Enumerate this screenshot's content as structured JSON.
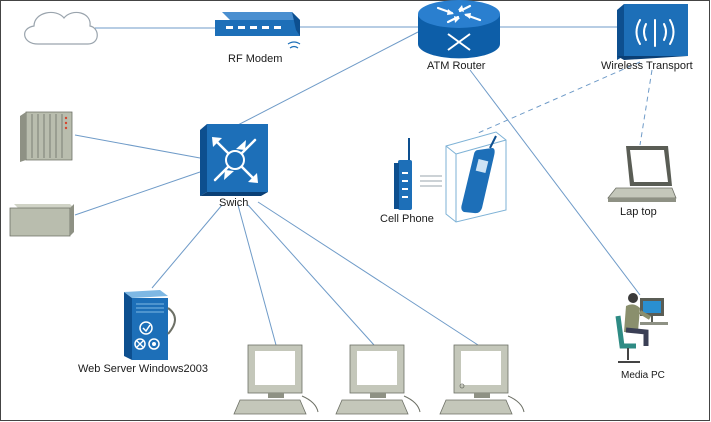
{
  "nodes": {
    "cloud": {
      "label": ""
    },
    "rf_modem": {
      "label": "RF Modem"
    },
    "atm_router": {
      "label": "ATM Router"
    },
    "wireless_transport": {
      "label": "Wireless Transport"
    },
    "switch": {
      "label": "Swich"
    },
    "cell_phone": {
      "label": "Cell Phone"
    },
    "laptop": {
      "label": "Lap top"
    },
    "web_server": {
      "label": "Web Server Windows2003"
    },
    "media_pc": {
      "label": "Media PC"
    }
  },
  "colors": {
    "cisco_blue": "#1d6fb8",
    "cisco_blue_dark": "#0d4f8f",
    "link_line": "#5a8fc4",
    "gray_device": "#b8bcae",
    "border": "#333333"
  }
}
